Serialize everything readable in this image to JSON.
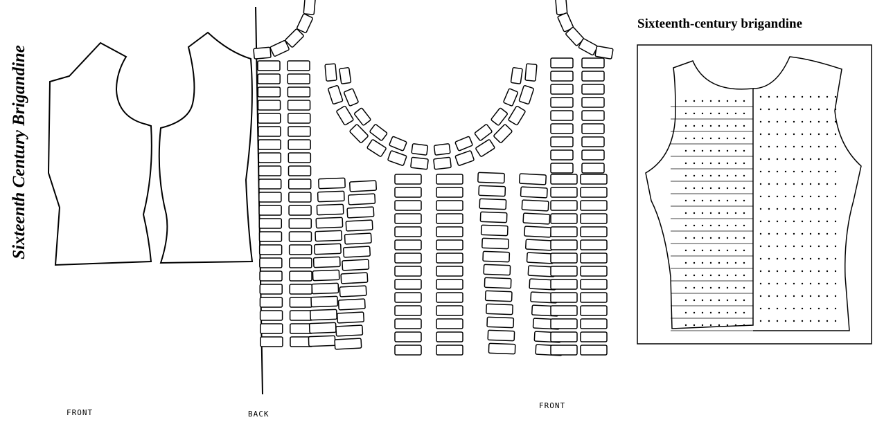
{
  "titles": {
    "left_vertical": "Sixteenth Century Brigandine",
    "right_figure": "Sixteenth-century brigandine"
  },
  "labels": {
    "front_left": "FRONT",
    "back": "BACK",
    "front_right": "FRONT"
  },
  "colors": {
    "ink": "#000000",
    "paper": "#ffffff"
  }
}
